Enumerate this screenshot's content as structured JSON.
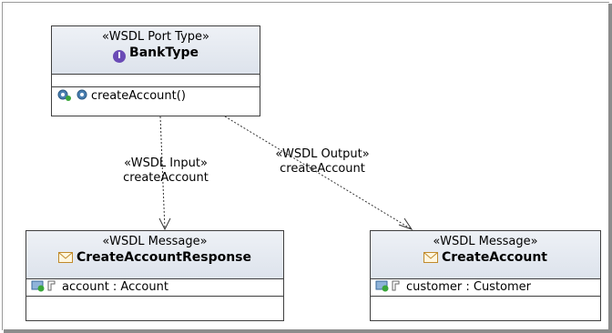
{
  "port_type": {
    "stereotype": "«WSDL Port Type»",
    "name": "BankType",
    "operation": "createAccount()"
  },
  "input_edge": {
    "stereotype": "«WSDL Input»",
    "name": "createAccount"
  },
  "output_edge": {
    "stereotype": "«WSDL Output»",
    "name": "createAccount"
  },
  "message_response": {
    "stereotype": "«WSDL Message»",
    "name": "CreateAccountResponse",
    "part": "account : Account"
  },
  "message_request": {
    "stereotype": "«WSDL Message»",
    "name": "CreateAccount",
    "part": "customer : Customer"
  },
  "icons": {
    "interface": "interface-icon",
    "operation": "operation-gear-icon",
    "message": "envelope-icon",
    "part": "part-icon"
  }
}
